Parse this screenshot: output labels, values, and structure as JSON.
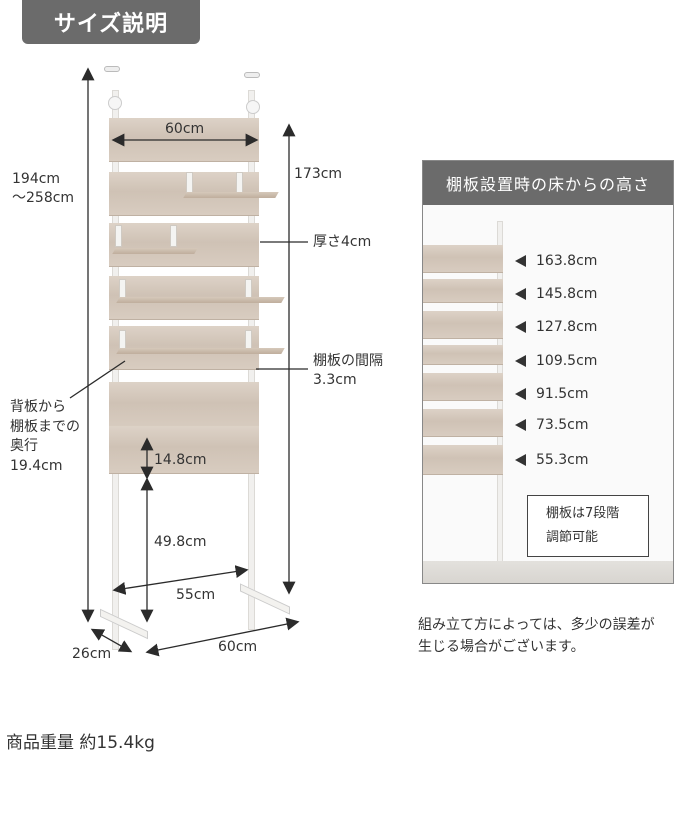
{
  "header": {
    "title": "サイズ説明"
  },
  "diagram": {
    "labels": {
      "total_height_line1": "194cm",
      "total_height_line2": "〜258cm",
      "top_width": "60cm",
      "pole_height": "173cm",
      "thickness": "厚さ4cm",
      "shelf_gap_line1": "棚板の間隔",
      "shelf_gap_line2": "3.3cm",
      "depth_line1": "背板から",
      "depth_line2": "棚板までの",
      "depth_line3": "奥行",
      "depth_line4": "19.4cm",
      "panel_height": "14.8cm",
      "floor_clearance": "49.8cm",
      "inner_width": "55cm",
      "base_depth": "26cm",
      "base_width": "60cm"
    },
    "colors": {
      "wood": "#d6c9bc",
      "frame": "#f2f1ef",
      "arrow": "#2b2b2b"
    }
  },
  "shelf_heights_panel": {
    "title": "棚板設置時の床からの高さ",
    "heights": [
      "163.8cm",
      "145.8cm",
      "127.8cm",
      "109.5cm",
      "91.5cm",
      "73.5cm",
      "55.3cm"
    ],
    "note_line1": "棚板は7段階",
    "note_line2": "調節可能",
    "header_color": "#6b6b6b"
  },
  "disclaimer": {
    "line1": "組み立て方によっては、多少の誤差が",
    "line2": "生じる場合がございます。"
  },
  "weight": {
    "text": "商品重量 約15.4kg"
  }
}
